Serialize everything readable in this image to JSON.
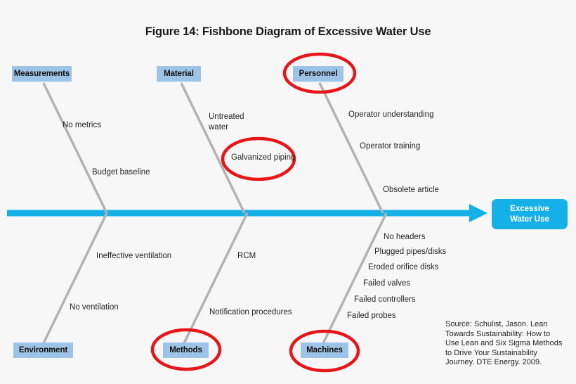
{
  "title": "Figure 14: Fishbone Diagram of Excessive Water Use",
  "effect": {
    "line1": "Excessive",
    "line2": "Water Use"
  },
  "colors": {
    "spine": "#16b0e8",
    "category_box": "#9dc3e6",
    "bone": "#b3b3b3",
    "highlight": "#e8151a",
    "effect_box": "#16b0e8",
    "background": "#f7f7f7",
    "text": "#262626"
  },
  "categories": [
    {
      "label": "Measurements",
      "highlighted": false
    },
    {
      "label": "Material",
      "highlighted": false
    },
    {
      "label": "Personnel",
      "highlighted": true
    },
    {
      "label": "Environment",
      "highlighted": false
    },
    {
      "label": "Methods",
      "highlighted": true
    },
    {
      "label": "Machines",
      "highlighted": true
    }
  ],
  "causes": {
    "measurements": [
      {
        "label": "No metrics",
        "highlighted": false
      },
      {
        "label": "Budget baseline",
        "highlighted": false
      }
    ],
    "material": [
      {
        "label": "Untreated water",
        "highlighted": false
      },
      {
        "label": "Galvanized piping",
        "highlighted": true
      }
    ],
    "personnel": [
      {
        "label": "Operator understanding",
        "highlighted": false
      },
      {
        "label": "Operator training",
        "highlighted": false
      },
      {
        "label": "Obsolete article",
        "highlighted": false
      }
    ],
    "environment": [
      {
        "label": "Ineffective ventilation",
        "highlighted": false
      },
      {
        "label": "No ventilation",
        "highlighted": false
      }
    ],
    "methods": [
      {
        "label": "RCM",
        "highlighted": false
      },
      {
        "label": "Notification procedures",
        "highlighted": false
      }
    ],
    "machines": [
      {
        "label": "No headers",
        "highlighted": false
      },
      {
        "label": "Plugged pipes/disks",
        "highlighted": false
      },
      {
        "label": "Eroded orifice disks",
        "highlighted": false
      },
      {
        "label": "Failed valves",
        "highlighted": false
      },
      {
        "label": "Failed controllers",
        "highlighted": false
      },
      {
        "label": "Failed probes",
        "highlighted": false
      }
    ]
  },
  "untreated_water": {
    "line1": "Untreated",
    "line2": "water"
  },
  "source": {
    "line1": "Source: Schulist, Jason. Lean",
    "line2": "Towards Sustainability: How to",
    "line3": "Use Lean and Six Sigma Methods",
    "line4": "to Drive Your Sustainability",
    "line5": "Journey. DTE Energy. 2009."
  }
}
